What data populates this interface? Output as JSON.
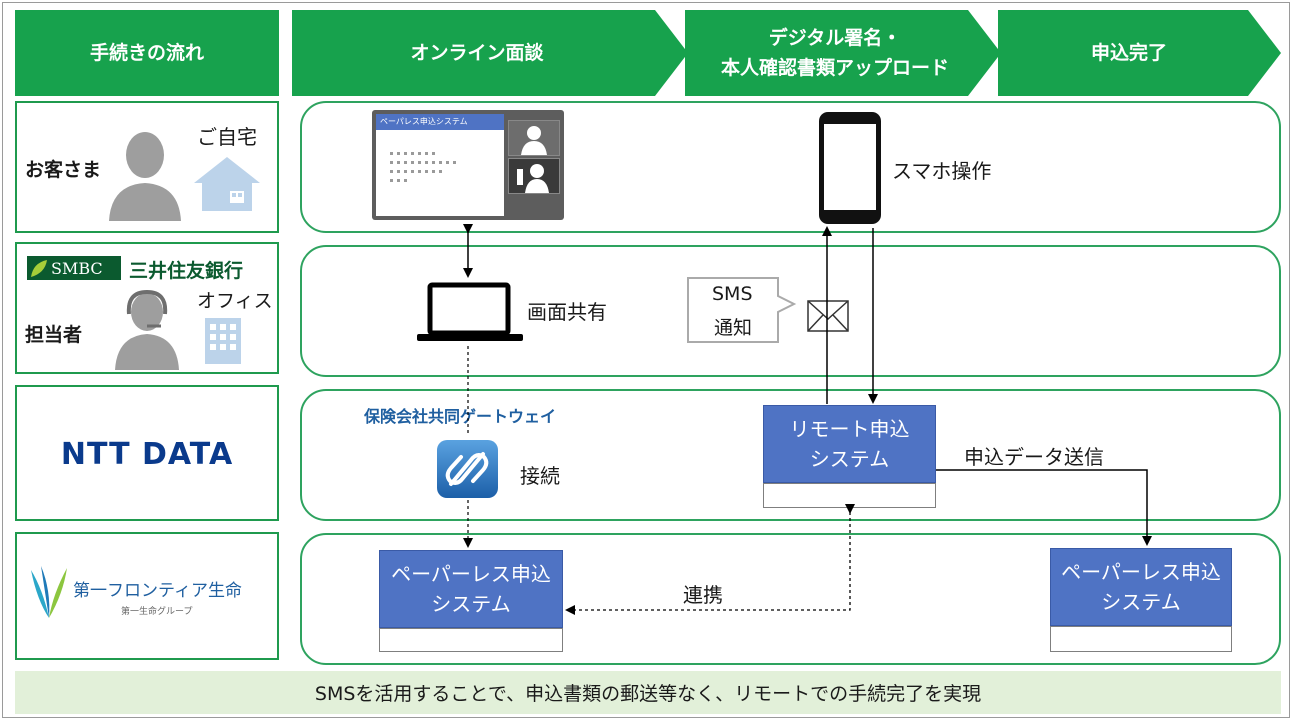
{
  "header": {
    "flow": "手続きの流れ",
    "step1": "オンライン面談",
    "step2_line1": "デジタル署名・",
    "step2_line2": "本人確認書類アップロード",
    "step3": "申込完了"
  },
  "rows": {
    "customer": {
      "label": "お客さま",
      "place": "ご自宅"
    },
    "smbc": {
      "logo_text": "SMBC",
      "bank_name": "三井住友銀行",
      "label": "担当者",
      "place": "オフィス"
    },
    "nttdata": {
      "logo_text": "NTT DATA"
    },
    "daiichi": {
      "name": "第一フロンティア生命",
      "group": "第一生命グループ"
    }
  },
  "diagram": {
    "screen_title": "ペーパレス申込システム",
    "smartphone_op": "スマホ操作",
    "screen_share": "画面共有",
    "sms_line1": "SMS",
    "sms_line2": "通知",
    "gateway": "保険会社共同ゲートウェイ",
    "connect": "接続",
    "remote_line1": "リモート申込",
    "remote_line2": "システム",
    "send_data": "申込データ送信",
    "paperless_line1": "ペーパーレス申込",
    "paperless_line2": "システム",
    "link": "連携"
  },
  "footer": "SMSを活用することで、申込書類の郵送等なく、リモートでの手続完了を実現",
  "colors": {
    "green": "#17a24d",
    "blue": "#4f73c4",
    "lightgreen": "#e2f0d9",
    "ntt_blue": "#0a3a8c"
  }
}
